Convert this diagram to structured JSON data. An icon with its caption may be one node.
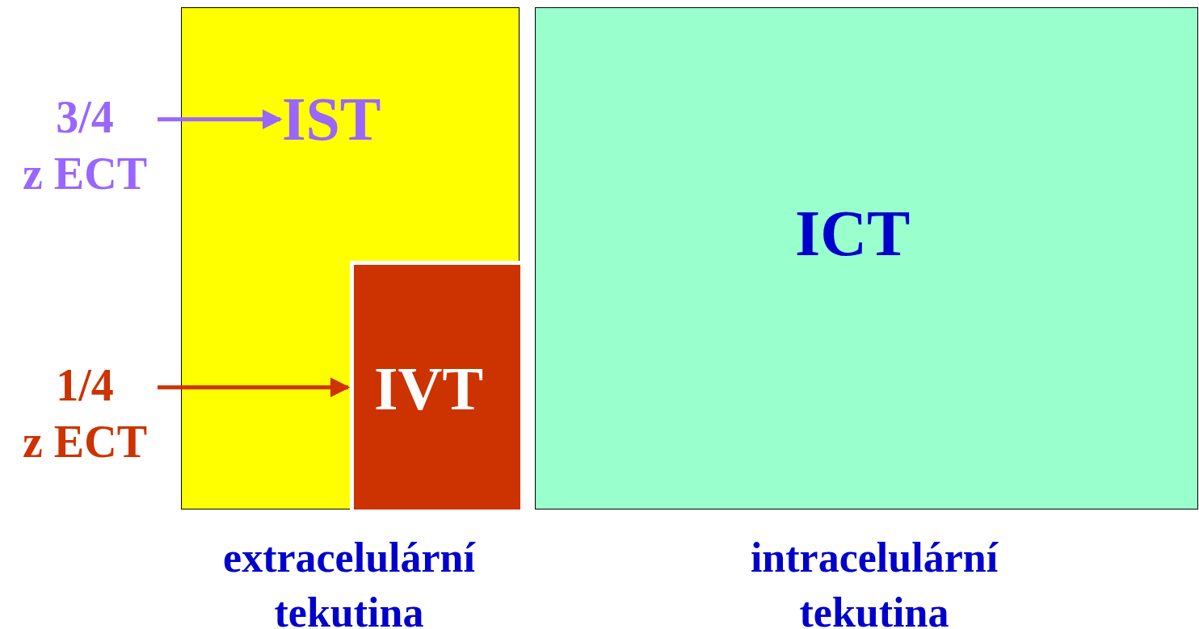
{
  "diagram": {
    "nodes": [
      {
        "text": [
          "IST",
          "extracelulární tekutina"
        ]
      },
      {
        "text": [
          "IVT"
        ],
        "in": 0
      },
      {
        "text": [
          "ICT",
          "intracelulární tekutina"
        ]
      },
      {
        "text": [
          "3/4 z ECT"
        ]
      },
      {
        "text": [
          "1/4 z ECT"
        ]
      }
    ],
    "edges": [
      {
        "from": 3,
        "to": 0,
        "arrow": "to",
        "color": "#9966ff"
      },
      {
        "from": 4,
        "to": 1,
        "arrow": "to",
        "color": "#cc3300"
      }
    ]
  }
}
